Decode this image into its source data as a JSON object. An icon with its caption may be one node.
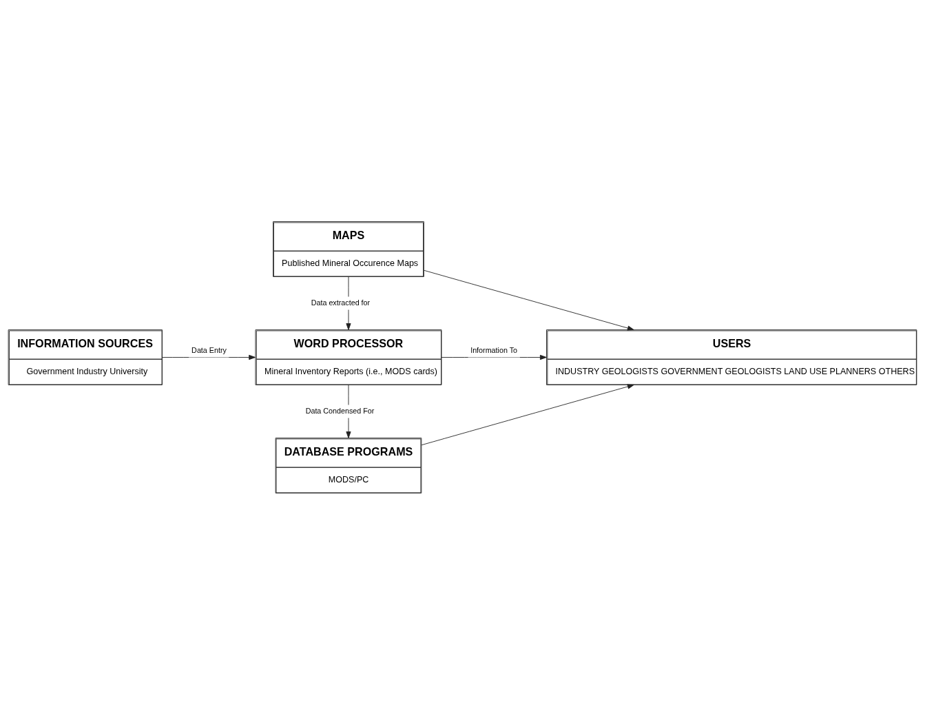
{
  "diagram": {
    "nodes": [
      {
        "text": [
          "MAPS",
          "Published Mineral Occurence Maps"
        ]
      },
      {
        "text": [
          "INFORMATION SOURCES",
          "Government Industry University"
        ]
      },
      {
        "text": [
          "WORD PROCESSOR",
          "Mineral Inventory Reports (i.e., MODS cards)"
        ]
      },
      {
        "text": [
          "USERS",
          "INDUSTRY GEOLOGISTS GOVERNMENT GEOLOGISTS LAND USE PLANNERS OTHERS"
        ]
      },
      {
        "text": [
          "DATABASE PROGRAMS",
          "MODS/PC"
        ]
      }
    ],
    "edges": [
      {
        "from": 0,
        "to": 2,
        "arrow": "to",
        "label": "Data extracted for"
      },
      {
        "from": 0,
        "to": 3,
        "arrow": "to"
      },
      {
        "from": 1,
        "to": 2,
        "arrow": "to",
        "label": "Data Entry"
      },
      {
        "from": 2,
        "to": 3,
        "arrow": "to",
        "label": "Information To"
      },
      {
        "from": 2,
        "to": 4,
        "arrow": "to",
        "label": "Data Condensed For"
      },
      {
        "from": 4,
        "to": 3,
        "arrow": "to"
      }
    ]
  }
}
